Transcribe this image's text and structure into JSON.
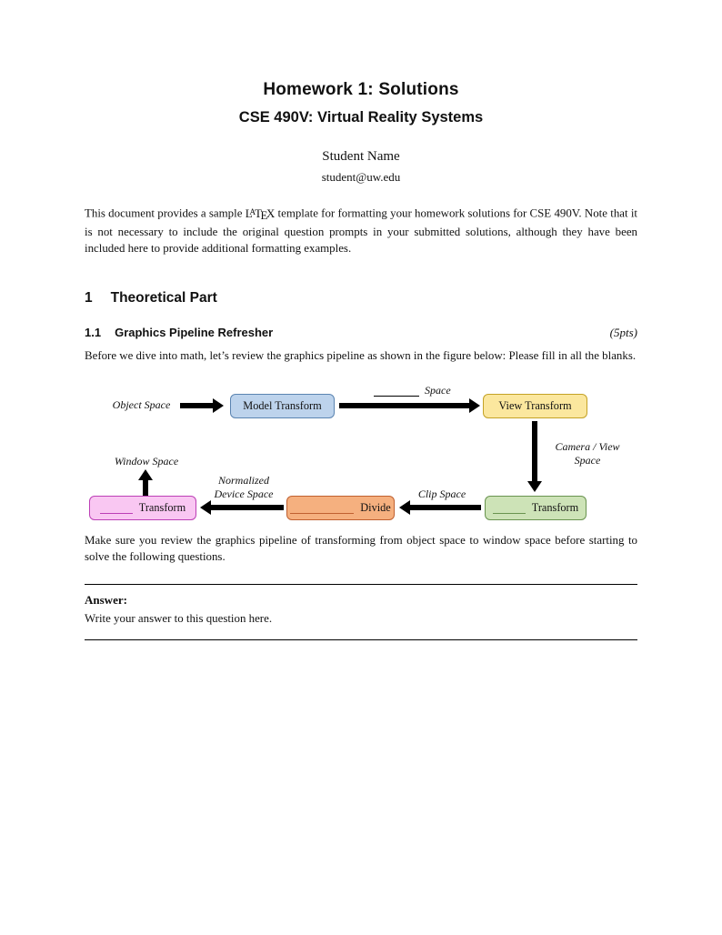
{
  "header": {
    "title": "Homework 1: Solutions",
    "subtitle": "CSE 490V: Virtual Reality Systems",
    "author": "Student Name",
    "email": "student@uw.edu"
  },
  "intro": {
    "pre": "This document provides a sample ",
    "latex": {
      "l": "L",
      "a": "A",
      "t": "T",
      "e": "E",
      "x": "X"
    },
    "post": " template for formatting your homework solutions for CSE 490V. Note that it is not necessary to include the original question prompts in your submitted solutions, although they have been included here to provide additional formatting examples."
  },
  "section": {
    "number": "1",
    "title": "Theoretical Part"
  },
  "subsection": {
    "number": "1.1",
    "title": "Graphics Pipeline Refresher",
    "points": "(5pts)"
  },
  "paragraphs": {
    "before_figure": "Before we dive into math, let’s review the graphics pipeline as shown in the figure below: Please fill in all the blanks.",
    "after_figure": "Make sure you review the graphics pipeline of transforming from object space to window space before starting to solve the following questions."
  },
  "figure": {
    "labels": {
      "object_space": "Object Space",
      "blank_space": "Space",
      "camera_view_line1": "Camera / View",
      "camera_view_line2": "Space",
      "clip_space": "Clip Space",
      "normalized_line1": "Normalized",
      "normalized_line2": "Device Space",
      "window_space": "Window Space"
    },
    "boxes": {
      "model": {
        "label": "Model Transform",
        "fill": "#BDD3EC",
        "border": "#5B84B1"
      },
      "view": {
        "label": "View Transform",
        "fill": "#FBE79E",
        "border": "#C4A226"
      },
      "camera": {
        "label": "Transform",
        "fill": "#CDE3B7",
        "border": "#69934F"
      },
      "divide": {
        "label": "Divide",
        "fill": "#F5B07F",
        "border": "#C06030"
      },
      "window": {
        "label": "Transform",
        "fill": "#F9C7F2",
        "border": "#BC3FB6"
      }
    },
    "arrow_color": "#000000"
  },
  "answer": {
    "label": "Answer:",
    "text": "Write your answer to this question here."
  }
}
